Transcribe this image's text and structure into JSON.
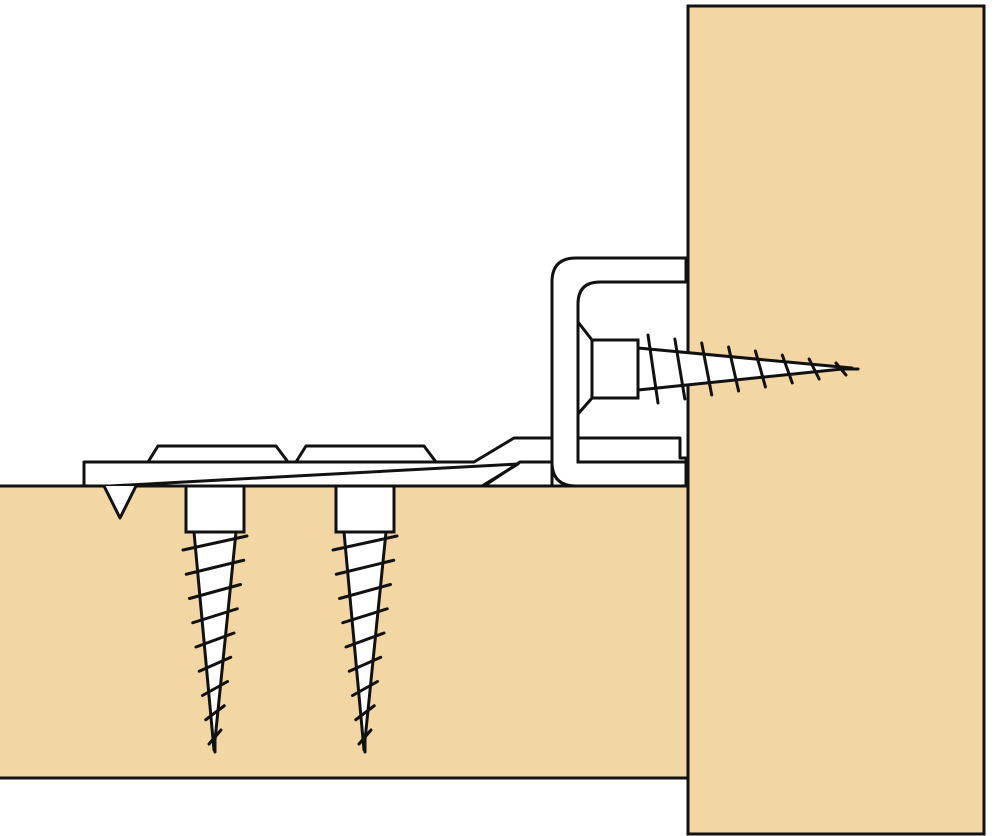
{
  "diagram": {
    "subject": "furniture-connector-bracket",
    "colors": {
      "wood": "#f2d7a4",
      "outline": "#111111",
      "metal": "#ffffff",
      "background": "#ffffff"
    },
    "parts": {
      "horizontal_panel": "wood-panel",
      "vertical_panel": "wood-panel",
      "bracket": "metal-angle-bracket",
      "screws_vertical": 2,
      "screws_horizontal": 1
    }
  }
}
